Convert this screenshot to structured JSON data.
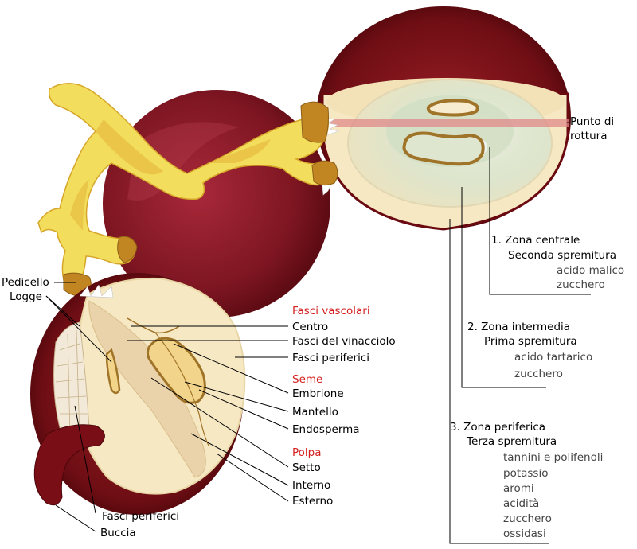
{
  "colors": {
    "skin_dark": "#5e0c10",
    "skin_red": "#8e1a22",
    "flesh": "#f7e8c4",
    "flesh_center": "#dfe6cf",
    "stem": "#f2dd5c",
    "stem_shadow": "#e6b53a",
    "seed": "#a07428",
    "section_header": "#d42020",
    "break_line": "#e08a8a"
  },
  "left_labels": {
    "pedicello": "Pedicello",
    "logge": "Logge",
    "fasci_periferici": "Fasci periferici",
    "buccia": "Buccia"
  },
  "middle_labels": {
    "fasci_vascolari_header": "Fasci vascolari",
    "centro": "Centro",
    "fasci_vinacciolo": "Fasci del vinacciolo",
    "fasci_periferici": "Fasci periferici",
    "seme_header": "Seme",
    "embrione": "Embrione",
    "mantello": "Mantello",
    "endosperma": "Endosperma",
    "polpa_header": "Polpa",
    "setto": "Setto",
    "interno": "Interno",
    "esterno": "Esterno"
  },
  "break_point": {
    "line1": "Punto di",
    "line2": "rottura"
  },
  "zones": [
    {
      "title": "1. Zona centrale",
      "pressing": "Seconda spremitura",
      "components": [
        "acido malico",
        "zucchero"
      ]
    },
    {
      "title": "2. Zona intermedia",
      "pressing": "Prima spremitura",
      "components": [
        "acido tartarico",
        "zucchero"
      ]
    },
    {
      "title": "3. Zona periferica",
      "pressing": "Terza spremitura",
      "components": [
        "tannini e polifenoli",
        "potassio",
        "aromi",
        "acidità",
        "zucchero",
        "ossidasi"
      ]
    }
  ]
}
